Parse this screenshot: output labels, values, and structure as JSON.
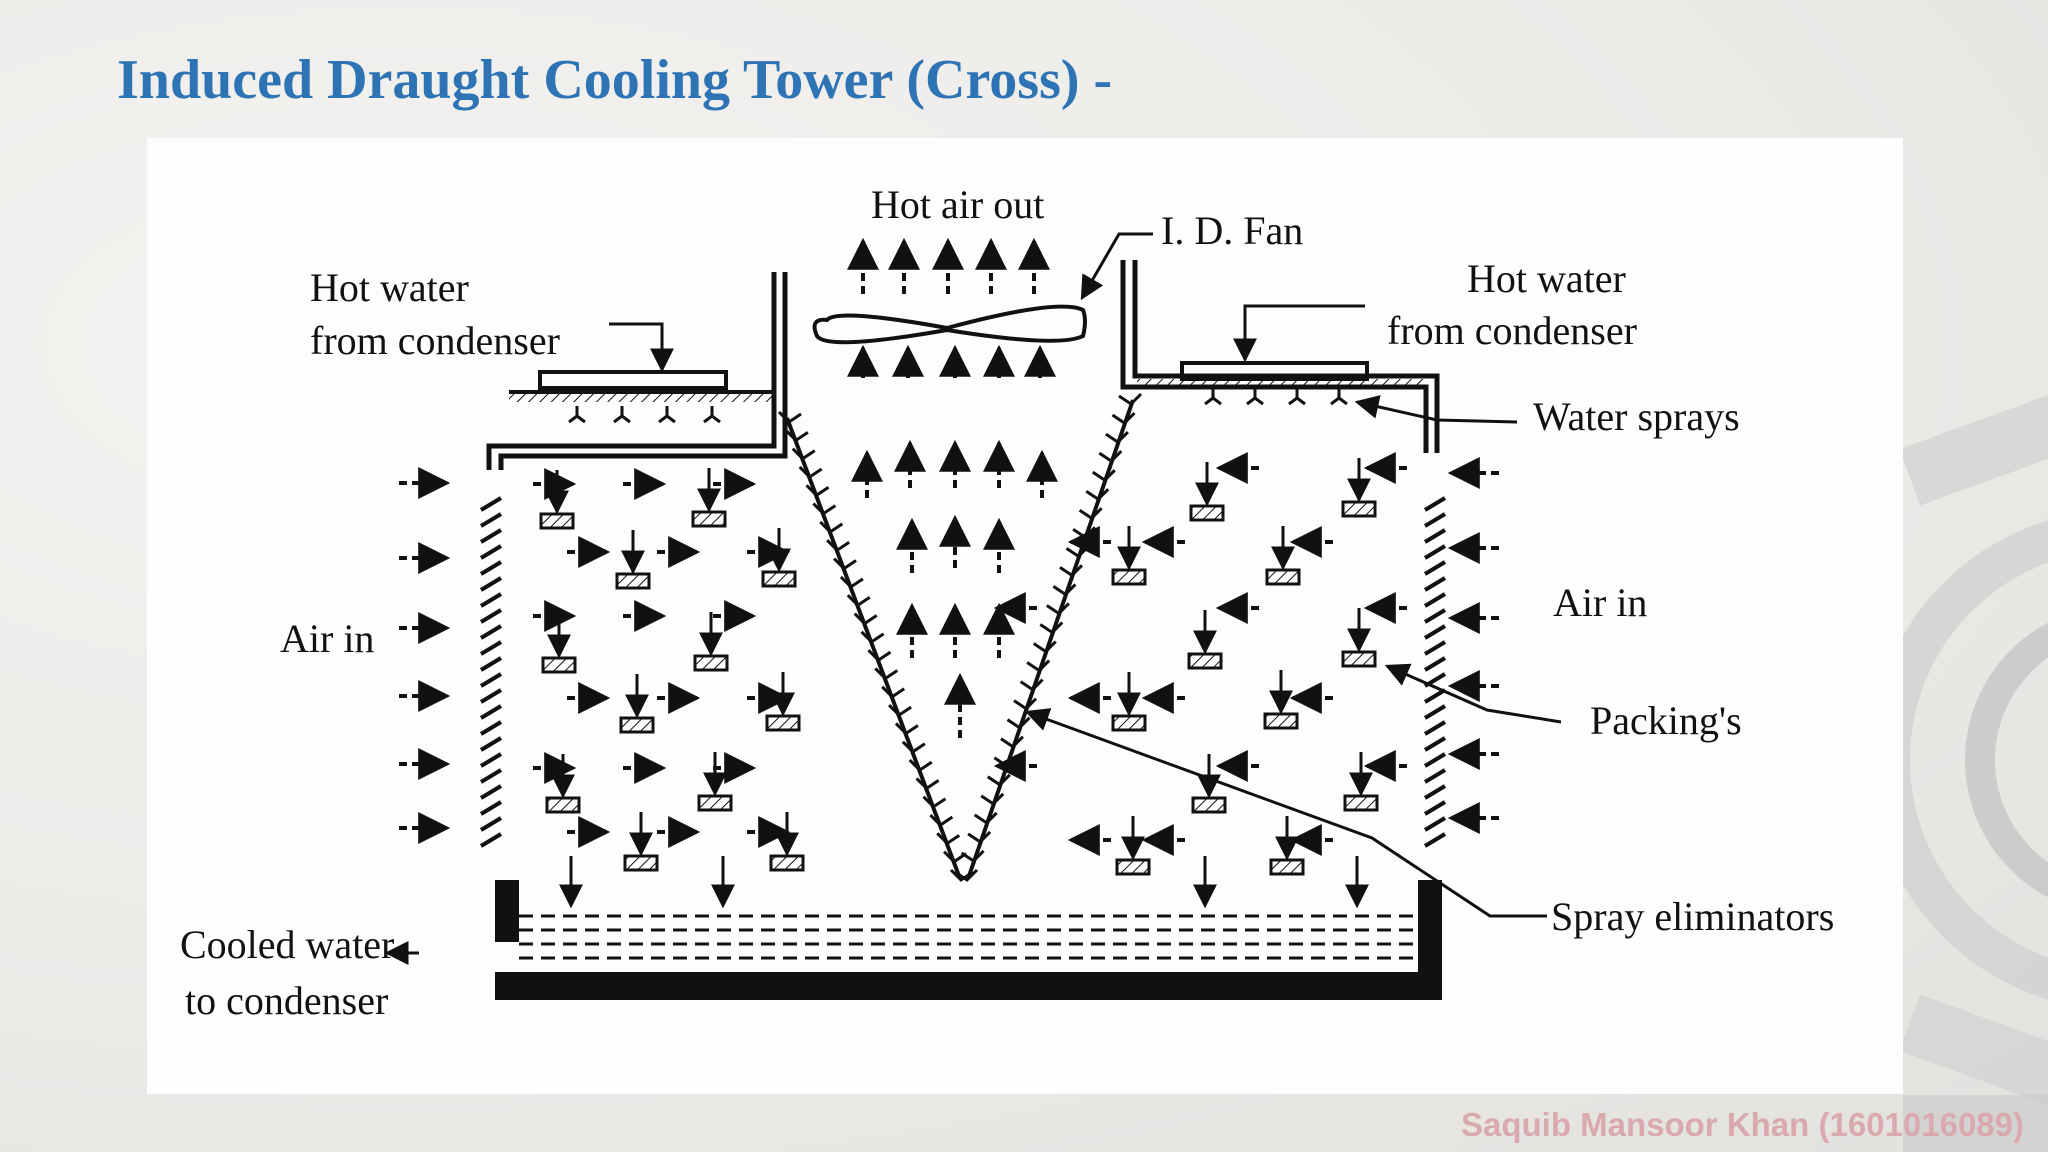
{
  "slide": {
    "title": "Induced Draught Cooling Tower (Cross) -",
    "footer": "Saquib Mansoor Khan (1601016089)"
  },
  "diagram": {
    "labels": {
      "hot_air_out": "Hot air out",
      "id_fan": "I. D. Fan",
      "hot_water_left_line1": "Hot water",
      "hot_water_left_line2": "from condenser",
      "hot_water_right_line1": "Hot water",
      "hot_water_right_line2": "from condenser",
      "water_sprays": "Water sprays",
      "air_in_left": "Air in",
      "air_in_right": "Air in",
      "packings": "Packing's",
      "spray_eliminators": "Spray eliminators",
      "cooled_water_line1": "Cooled water",
      "cooled_water_line2": "to condenser"
    }
  },
  "colors": {
    "title": "#2e74b5",
    "ink": "#111111",
    "footer": "#d9a9ad"
  }
}
